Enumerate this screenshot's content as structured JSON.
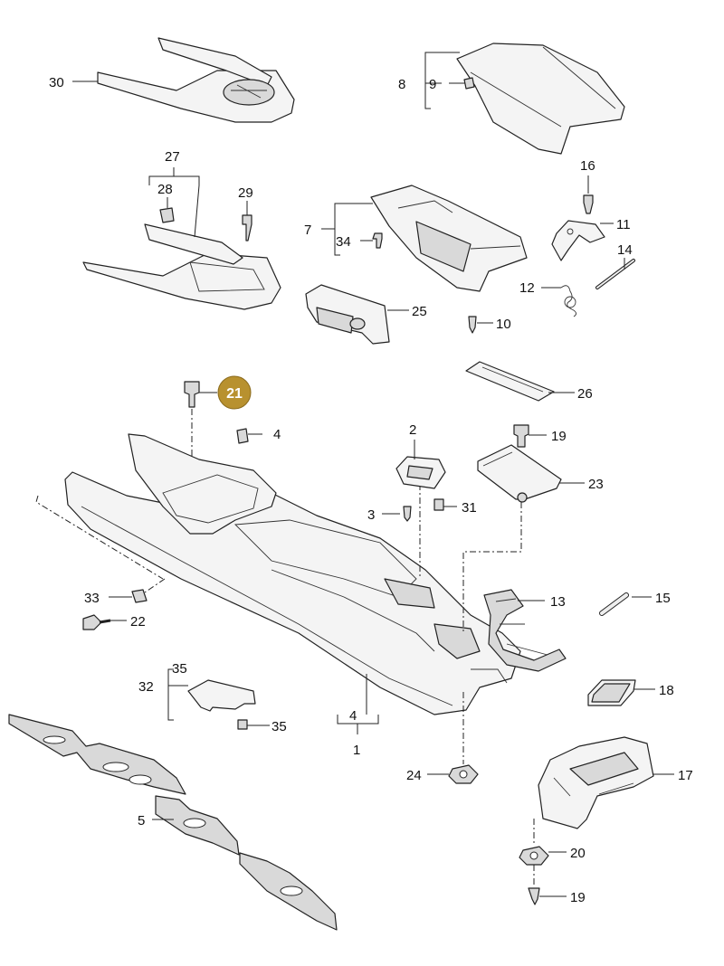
{
  "callouts": {
    "c1": "1",
    "c2": "2",
    "c3": "3",
    "c4a": "4",
    "c4b": "4",
    "c5": "5",
    "c7": "7",
    "c8": "8",
    "c9": "9",
    "c10": "10",
    "c11": "11",
    "c12": "12",
    "c13": "13",
    "c14": "14",
    "c15": "15",
    "c16": "16",
    "c17": "17",
    "c18": "18",
    "c19a": "19",
    "c19b": "19",
    "c20": "20",
    "c21": "21",
    "c22": "22",
    "c23": "23",
    "c24": "24",
    "c25": "25",
    "c26": "26",
    "c27": "27",
    "c28": "28",
    "c29": "29",
    "c30": "30",
    "c31": "31",
    "c32": "32",
    "c33": "33",
    "c34": "34",
    "c35a": "35",
    "c35b": "35"
  },
  "highlight": {
    "part": "21",
    "color": "#b8912f"
  }
}
